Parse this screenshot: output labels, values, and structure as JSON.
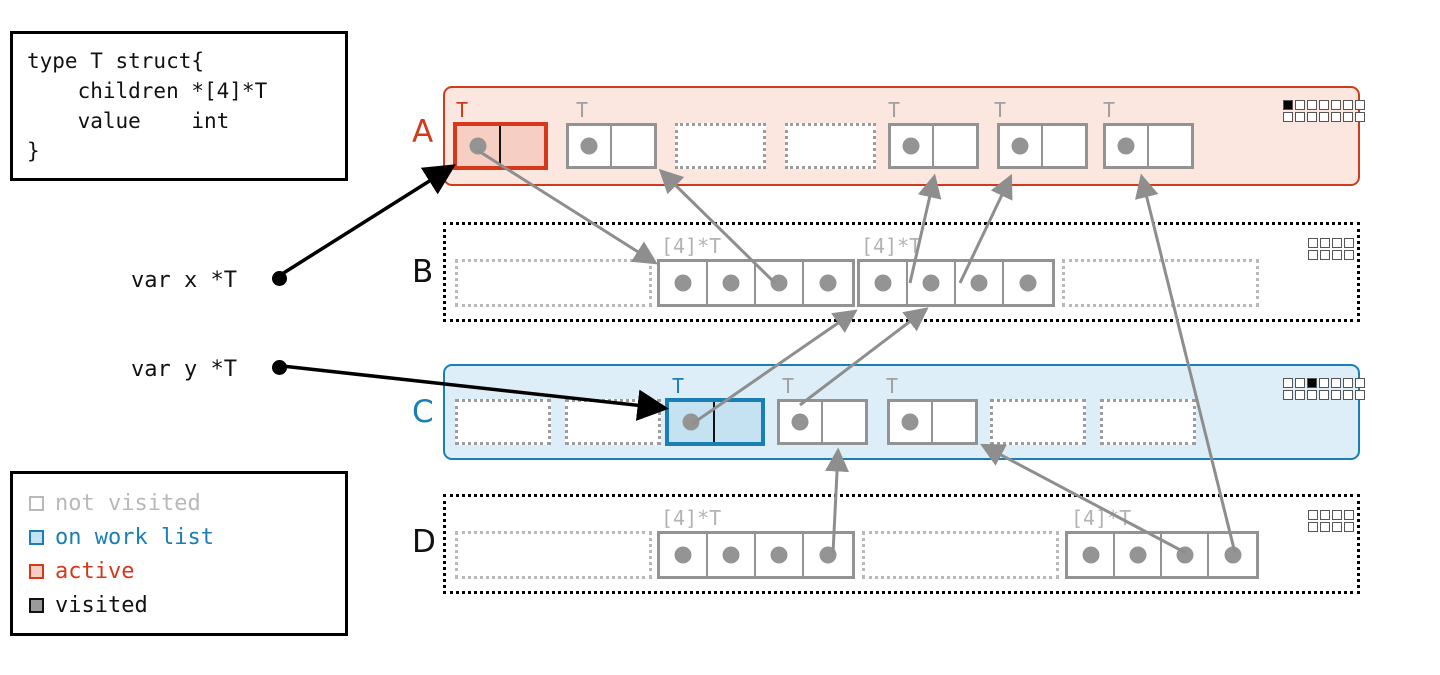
{
  "code_box": {
    "name": "type-definition",
    "text": "type T struct{\n    children *[4]*T\n    value    int\n}"
  },
  "legend": {
    "items": [
      {
        "label": "not visited",
        "color": "#b9b9b9",
        "fill": "#ffffff",
        "text_color": "#b9b9b9"
      },
      {
        "label": "on work list",
        "color": "#1a7fb5",
        "fill": "#c5e2f2",
        "text_color": "#1a7fb5"
      },
      {
        "label": "active",
        "color": "#d5391a",
        "fill": "#f6cec3",
        "text_color": "#d5391a"
      },
      {
        "label": "visited",
        "color": "#111111",
        "fill": "#9a9a9a",
        "text_color": "#111111"
      }
    ]
  },
  "variables": [
    {
      "name": "var-x",
      "label": "var x *T"
    },
    {
      "name": "var-y",
      "label": "var y *T"
    }
  ],
  "rows": [
    {
      "id": "A",
      "letter": "A",
      "letter_color": "#cf3c1c",
      "state": "active",
      "grid_icon": {
        "cols": 7,
        "rows": 2,
        "filled_index": 0
      },
      "cells": [
        {
          "kind": "T",
          "state": "active",
          "label": "T",
          "label_color": "#cf3c1c",
          "has_value": true
        },
        {
          "kind": "T",
          "state": "not-visited",
          "label": "T",
          "label_color": "#a0a0a0",
          "has_value": true
        },
        {
          "kind": "free",
          "label": ""
        },
        {
          "kind": "free",
          "label": ""
        },
        {
          "kind": "T",
          "state": "not-visited",
          "label": "T",
          "label_color": "#a0a0a0",
          "has_value": true
        },
        {
          "kind": "T",
          "state": "not-visited",
          "label": "T",
          "label_color": "#a0a0a0",
          "has_value": true
        },
        {
          "kind": "T",
          "state": "not-visited",
          "label": "T",
          "label_color": "#a0a0a0",
          "has_value": true
        }
      ]
    },
    {
      "id": "B",
      "letter": "B",
      "letter_color": "#111111",
      "state": "not-visited",
      "grid_icon": {
        "cols": 4,
        "rows": 2,
        "filled_index": -1
      },
      "cells": [
        {
          "kind": "free",
          "label": ""
        },
        {
          "kind": "array",
          "label": "[4]*T",
          "slots": 4
        },
        {
          "kind": "array",
          "label": "[4]*T",
          "slots": 4
        },
        {
          "kind": "free",
          "label": ""
        }
      ]
    },
    {
      "id": "C",
      "letter": "C",
      "letter_color": "#1a7fb5",
      "state": "on work list",
      "grid_icon": {
        "cols": 7,
        "rows": 2,
        "filled_index": 2
      },
      "cells": [
        {
          "kind": "free",
          "label": ""
        },
        {
          "kind": "free",
          "label": ""
        },
        {
          "kind": "T",
          "state": "on-work-list",
          "label": "T",
          "label_color": "#1a7fb5",
          "has_value": true
        },
        {
          "kind": "T",
          "state": "not-visited",
          "label": "T",
          "label_color": "#a0a0a0",
          "has_value": true
        },
        {
          "kind": "T",
          "state": "not-visited",
          "label": "T",
          "label_color": "#a0a0a0",
          "has_value": true
        },
        {
          "kind": "free",
          "label": ""
        },
        {
          "kind": "free",
          "label": ""
        }
      ]
    },
    {
      "id": "D",
      "letter": "D",
      "letter_color": "#111111",
      "state": "not-visited",
      "grid_icon": {
        "cols": 4,
        "rows": 2,
        "filled_index": -1
      },
      "cells": [
        {
          "kind": "free",
          "label": ""
        },
        {
          "kind": "array",
          "label": "[4]*T",
          "slots": 4
        },
        {
          "kind": "free",
          "label": ""
        },
        {
          "kind": "array",
          "label": "[4]*T",
          "slots": 4
        }
      ]
    }
  ],
  "colors": {
    "active": "#d5391a",
    "active_band_border": "#cf3c1c",
    "active_band_fill": "#fbe6e0",
    "worklist": "#1a7fb5",
    "worklist_band_fill": "#ddeef8",
    "not_visited": "#b9b9b9",
    "pointer": "#949494",
    "black": "#000000"
  }
}
